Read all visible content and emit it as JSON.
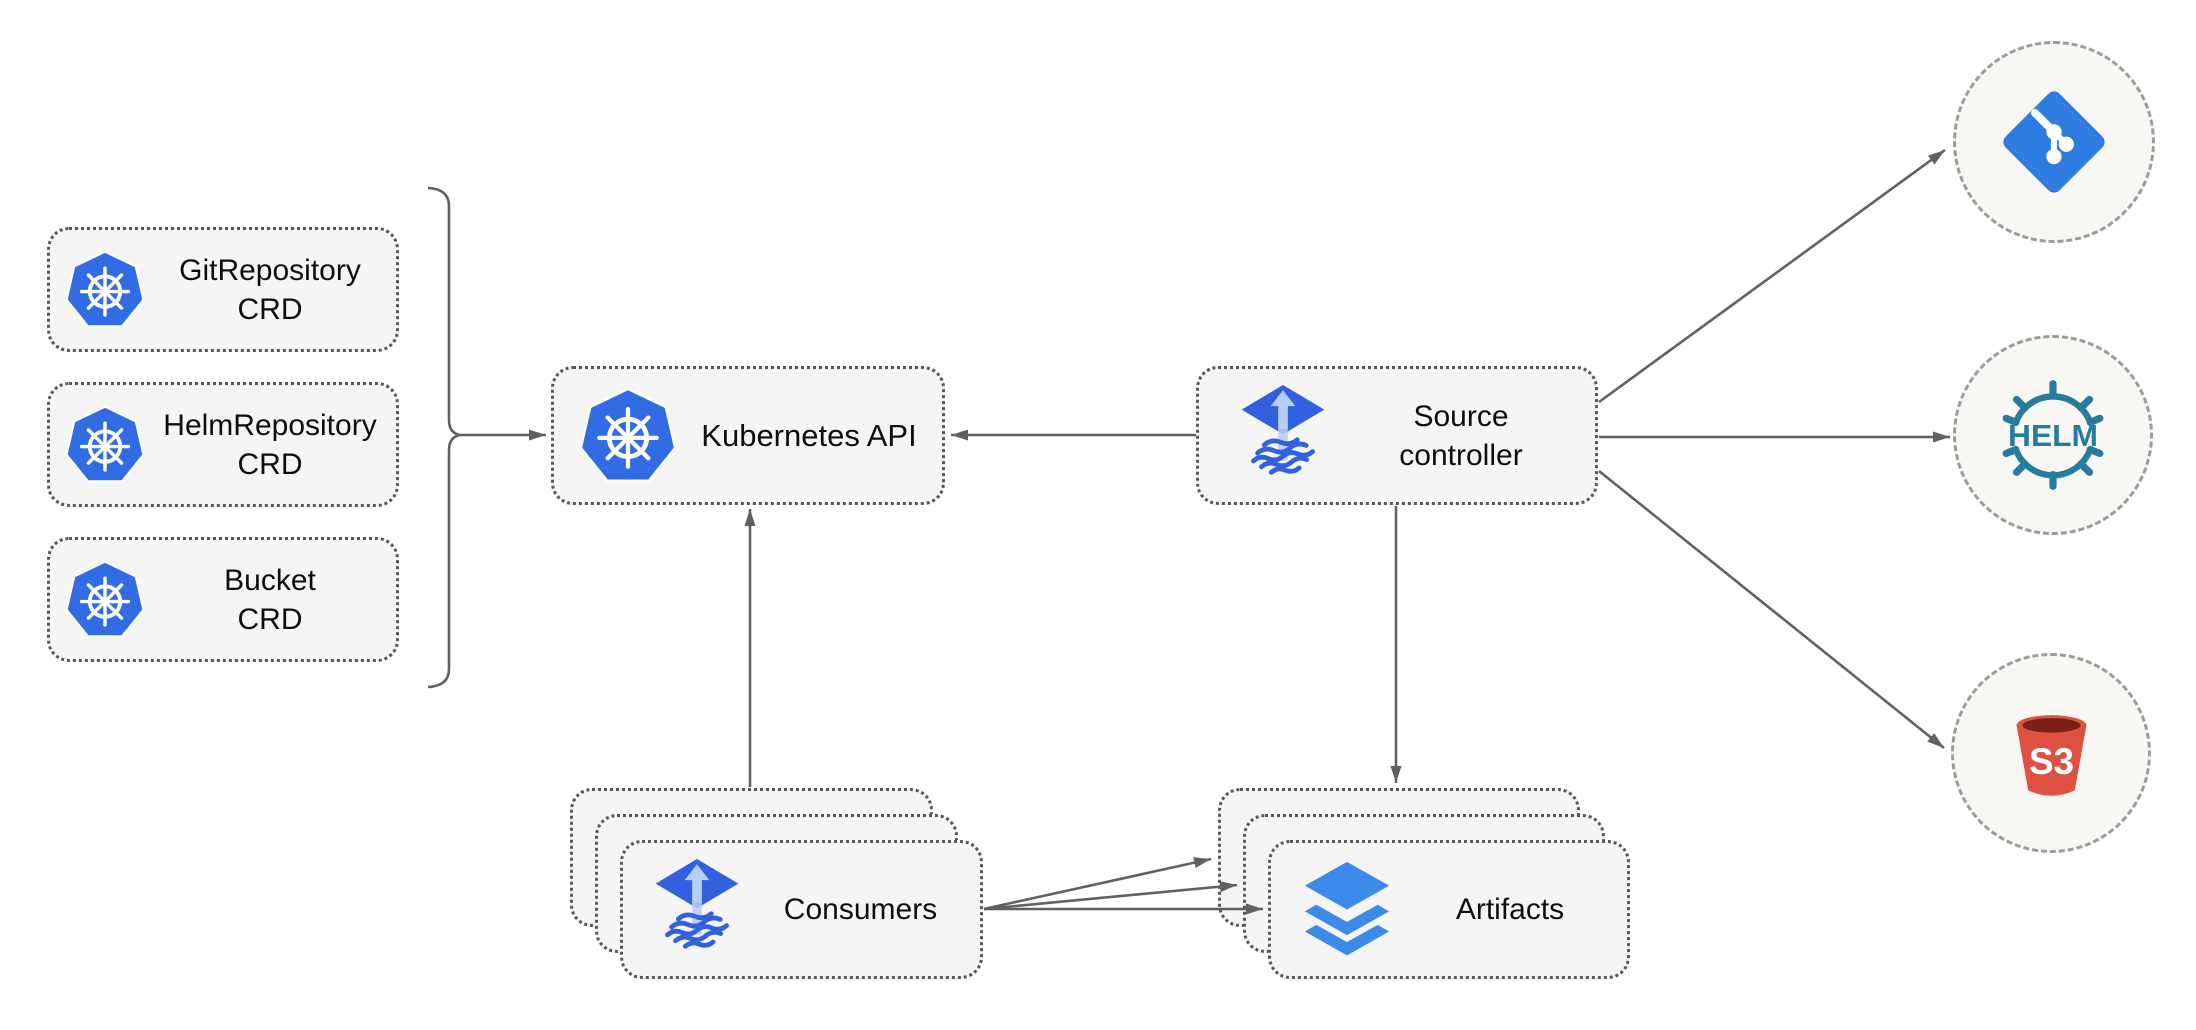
{
  "diagram": {
    "description": "Flux source-controller architecture diagram",
    "background": "#ffffff"
  },
  "colors": {
    "k8s_blue": "#326CE5",
    "flux_blue": "#3161DE",
    "flux_light": "#B7CDF4",
    "layers_blue": "#3D8BE8",
    "git_blue": "#2F7CE0",
    "helm_teal": "#277B9E",
    "s3_red": "#DD5143",
    "s3_dark": "#7A2015",
    "box_fill": "#F5F5F5",
    "box_border": "#575757",
    "circle_fill": "#F8F7F3",
    "circle_border": "#9C9C9C",
    "arrow": "#616161",
    "label": "#0E0E0E"
  },
  "nodes": {
    "git_crd": {
      "line1": "GitRepository",
      "line2": "CRD",
      "icon": "kubernetes-icon"
    },
    "helm_crd": {
      "line1": "HelmRepository",
      "line2": "CRD",
      "icon": "kubernetes-icon"
    },
    "bucket_crd": {
      "line1": "Bucket",
      "line2": "CRD",
      "icon": "kubernetes-icon"
    },
    "kubernetes_api": {
      "label": "Kubernetes API",
      "icon": "kubernetes-icon"
    },
    "source_controller": {
      "line1": "Source",
      "line2": "controller",
      "icon": "flux-icon"
    },
    "consumers": {
      "label": "Consumers",
      "icon": "flux-icon",
      "stacked": 3
    },
    "artifacts": {
      "label": "Artifacts",
      "icon": "layers-icon",
      "stacked": 3
    }
  },
  "external_sources": {
    "git": {
      "icon": "git-icon"
    },
    "helm": {
      "icon": "helm-icon",
      "logo_text": "HELM"
    },
    "s3": {
      "icon": "s3-bucket-icon",
      "logo_text": "S3"
    }
  },
  "logos": {
    "helm_text": "HELM",
    "s3_text": "S3"
  },
  "edges": [
    {
      "from": "crd-group",
      "to": "kubernetes-api"
    },
    {
      "from": "source-controller",
      "to": "kubernetes-api"
    },
    {
      "from": "consumers",
      "to": "kubernetes-api"
    },
    {
      "from": "source-controller",
      "to": "git"
    },
    {
      "from": "source-controller",
      "to": "helm"
    },
    {
      "from": "source-controller",
      "to": "s3"
    },
    {
      "from": "source-controller",
      "to": "artifacts"
    },
    {
      "from": "consumers",
      "to": "artifacts"
    },
    {
      "from": "consumers",
      "to": "artifacts"
    },
    {
      "from": "consumers",
      "to": "artifacts"
    }
  ]
}
